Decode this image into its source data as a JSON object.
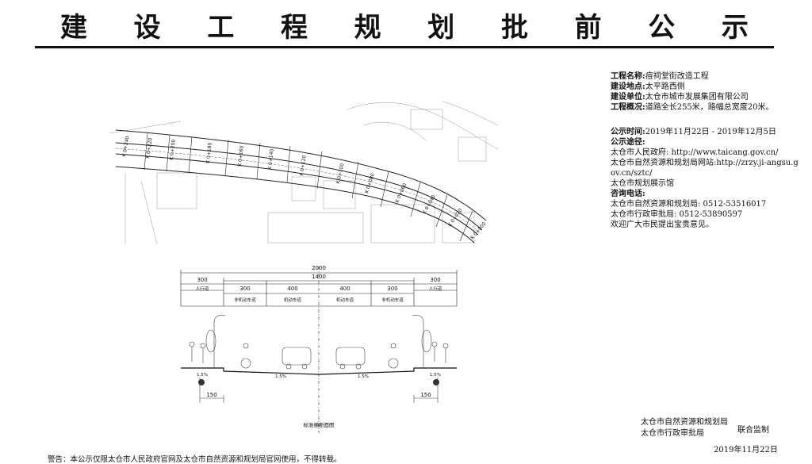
{
  "title_chars": [
    "建",
    "设",
    "工",
    "程",
    "规",
    "划",
    "批",
    "前",
    "公",
    "示"
  ],
  "info": {
    "project_name_label": "工程名称:",
    "project_name": "痘祠堂街改造工程",
    "location_label": "建设地点:",
    "location": "太平路西侧",
    "unit_label": "建设单位:",
    "unit": "太仓市城市发展集团有限公司",
    "overview_label": "工程概况:",
    "overview": "道路全长255米，路幅总宽度20米。",
    "period_label": "公示时间:",
    "period": "2019年11月22日 - 2019年12月5日",
    "channels_label": "公示途径:",
    "channel_1": "太仓市人民政府: http://www.taicang.gov.cn/",
    "channel_2": "太仓市自然资源和规划局网站:http://zrzy.ji-angsu.gov.cn/sztc/",
    "channel_3": "太仓市规划展示馆",
    "phone_label": "咨询电话:",
    "phone_1": "太仓市自然资源和规划局: 0512-53516017",
    "phone_2": "太仓市行政审批局: 0512-53890597",
    "closing": "欢迎广大市民提出宝贵意见。"
  },
  "plan": {
    "stations": [
      "K 0+240",
      "K 0+220",
      "K 0+200",
      "K 0+180",
      "K 0+160",
      "K 0+140",
      "K 0+120",
      "K 0+100",
      "K 0+080",
      "K 0+060",
      "K 0+040",
      "K 0+020",
      "K 0+000"
    ]
  },
  "section": {
    "total_width": "2000",
    "inner_width": "1400",
    "left_walk": "300",
    "left_bike": "300",
    "left_motor": "400",
    "right_motor": "400",
    "right_bike": "300",
    "right_walk": "300",
    "walk_label": "人行道",
    "bike_label": "非机动车道",
    "motor_label": "机动车道",
    "slope": "1.5%",
    "dim_150": "150",
    "caption": "标准横断面图"
  },
  "footer": {
    "org_1": "太仓市自然资源和规划局",
    "org_2": "太仓市行政审批局",
    "joint": "联合监制",
    "date": "2019年11月22日",
    "warning": "警告：本公示仅限太仓市人民政府官网及太仓市自然资源和规划局官网使用，不得转载。"
  }
}
